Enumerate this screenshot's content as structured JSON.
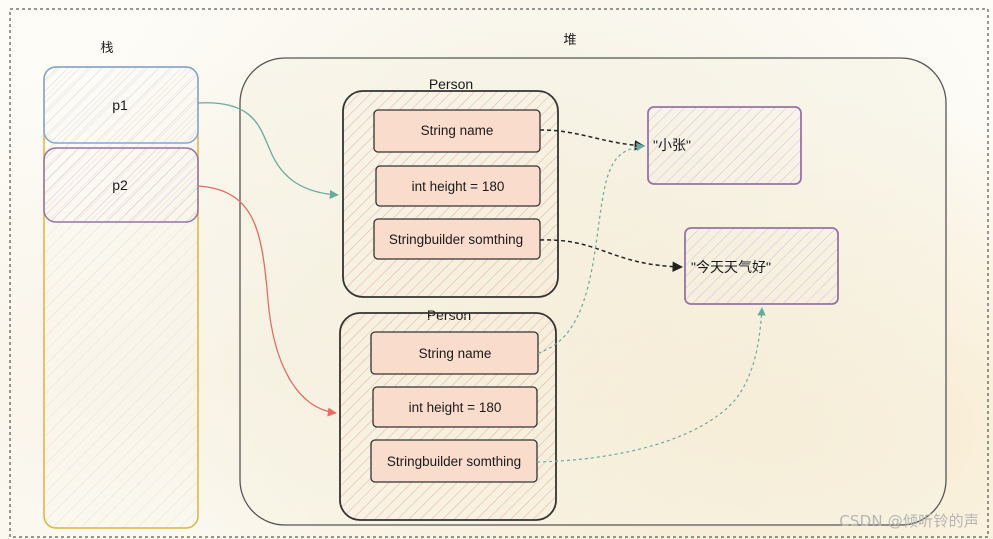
{
  "labels": {
    "stack": "栈",
    "heap": "堆",
    "watermark": "CSDN @倾听铃的声"
  },
  "stack_vars": [
    {
      "name": "p1"
    },
    {
      "name": "p2"
    }
  ],
  "objects": [
    {
      "title": "Person",
      "fields": [
        "String name",
        "int height = 180",
        "Stringbuilder somthing"
      ]
    },
    {
      "title": "Person",
      "fields": [
        "String name",
        "int height = 180",
        "Stringbuilder somthing"
      ]
    }
  ],
  "values": [
    "\"小张\"",
    "\"今天天气好\""
  ],
  "colors": {
    "stack_border": "#e2b23c",
    "p1_border": "#7ea6e0",
    "p2_border": "#9673a6",
    "object_border": "#333333",
    "object_fill": "#f8e6d8",
    "field_fill": "#f7d8c5",
    "value_border": "#9673a6",
    "arrow_p1": "#67ab9f",
    "arrow_p2": "#ea6b66",
    "arrow_dark": "#333333",
    "arrow_teal_dashed": "#67ab9f"
  }
}
